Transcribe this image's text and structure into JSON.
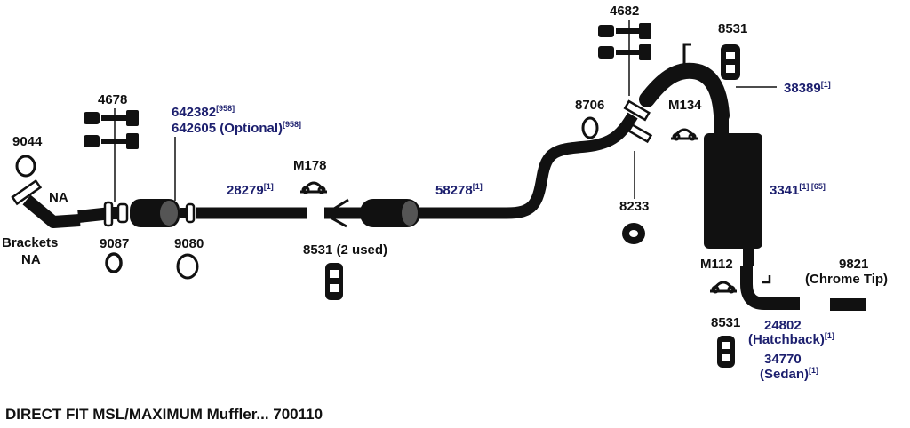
{
  "colors": {
    "parts": "#111111",
    "part_numbers": "#1c1f6e",
    "background": "#ffffff"
  },
  "labels": {
    "p9044": "9044",
    "na": "NA",
    "brackets": "Brackets",
    "brackets_na": "NA",
    "p4678": "4678",
    "p642382": "642382",
    "p642382_ref": "[958]",
    "p642605": "642605 (Optional)",
    "p642605_ref": "[958]",
    "p9087": "9087",
    "p9080": "9080",
    "p28279": "28279",
    "p28279_ref": "[1]",
    "m178": "M178",
    "p8531_2": "8531 (2 used)",
    "p58278": "58278",
    "p58278_ref": "[1]",
    "p4682": "4682",
    "p8706": "8706",
    "m134": "M134",
    "p8531_top": "8531",
    "p38389": "38389",
    "p38389_ref": "[1]",
    "p8233": "8233",
    "p3341": "3341",
    "p3341_ref": "[1] [65]",
    "m112": "M112",
    "p9821": "9821",
    "chrome_tip": "(Chrome Tip)",
    "p8531_bot": "8531",
    "p24802": "24802",
    "hatchback": "(Hatchback)",
    "hatchback_ref": "[1]",
    "p34770": "34770",
    "sedan": "(Sedan)",
    "sedan_ref": "[1]",
    "footer": "DIRECT FIT MSL/MAXIMUM Muffler... 700110"
  }
}
